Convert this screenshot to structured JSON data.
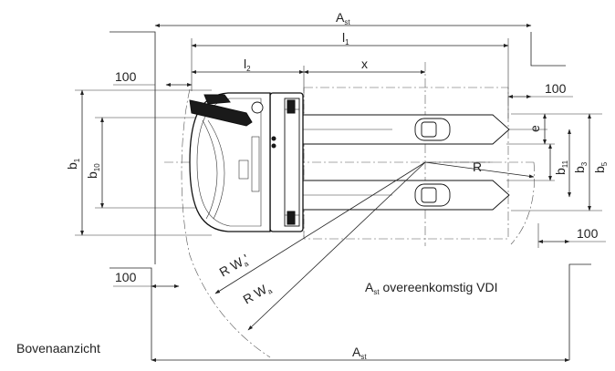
{
  "labels": {
    "ast_top": "A",
    "ast_bottom": "A",
    "ast_sub": "st",
    "l1": "l",
    "l1_sub": "1",
    "l2": "l",
    "l2_sub": "2",
    "x": "x",
    "e": "e",
    "b1": "b",
    "b1_sub": "1",
    "b10": "b",
    "b10_sub": "10",
    "b11": "b",
    "b11_sub": "11",
    "b3": "b",
    "b3_sub": "3",
    "b5": "b",
    "b5_sub": "5",
    "r": "R",
    "wa_prefix": "R  W",
    "wa_sub": "a",
    "wa_prime_prefix": "R  W",
    "wa_prime_sub": "a",
    "wa_prime_mark": "'",
    "clearance_left_top": "100",
    "clearance_right_top": "100",
    "clearance_right_bottom": "100",
    "clearance_left_bottom": "100",
    "ast_note_prefix": "A",
    "ast_note_sub": "st",
    "ast_note_text": " overeenkomstig VDI",
    "view_title": "Bovenaanzicht"
  }
}
